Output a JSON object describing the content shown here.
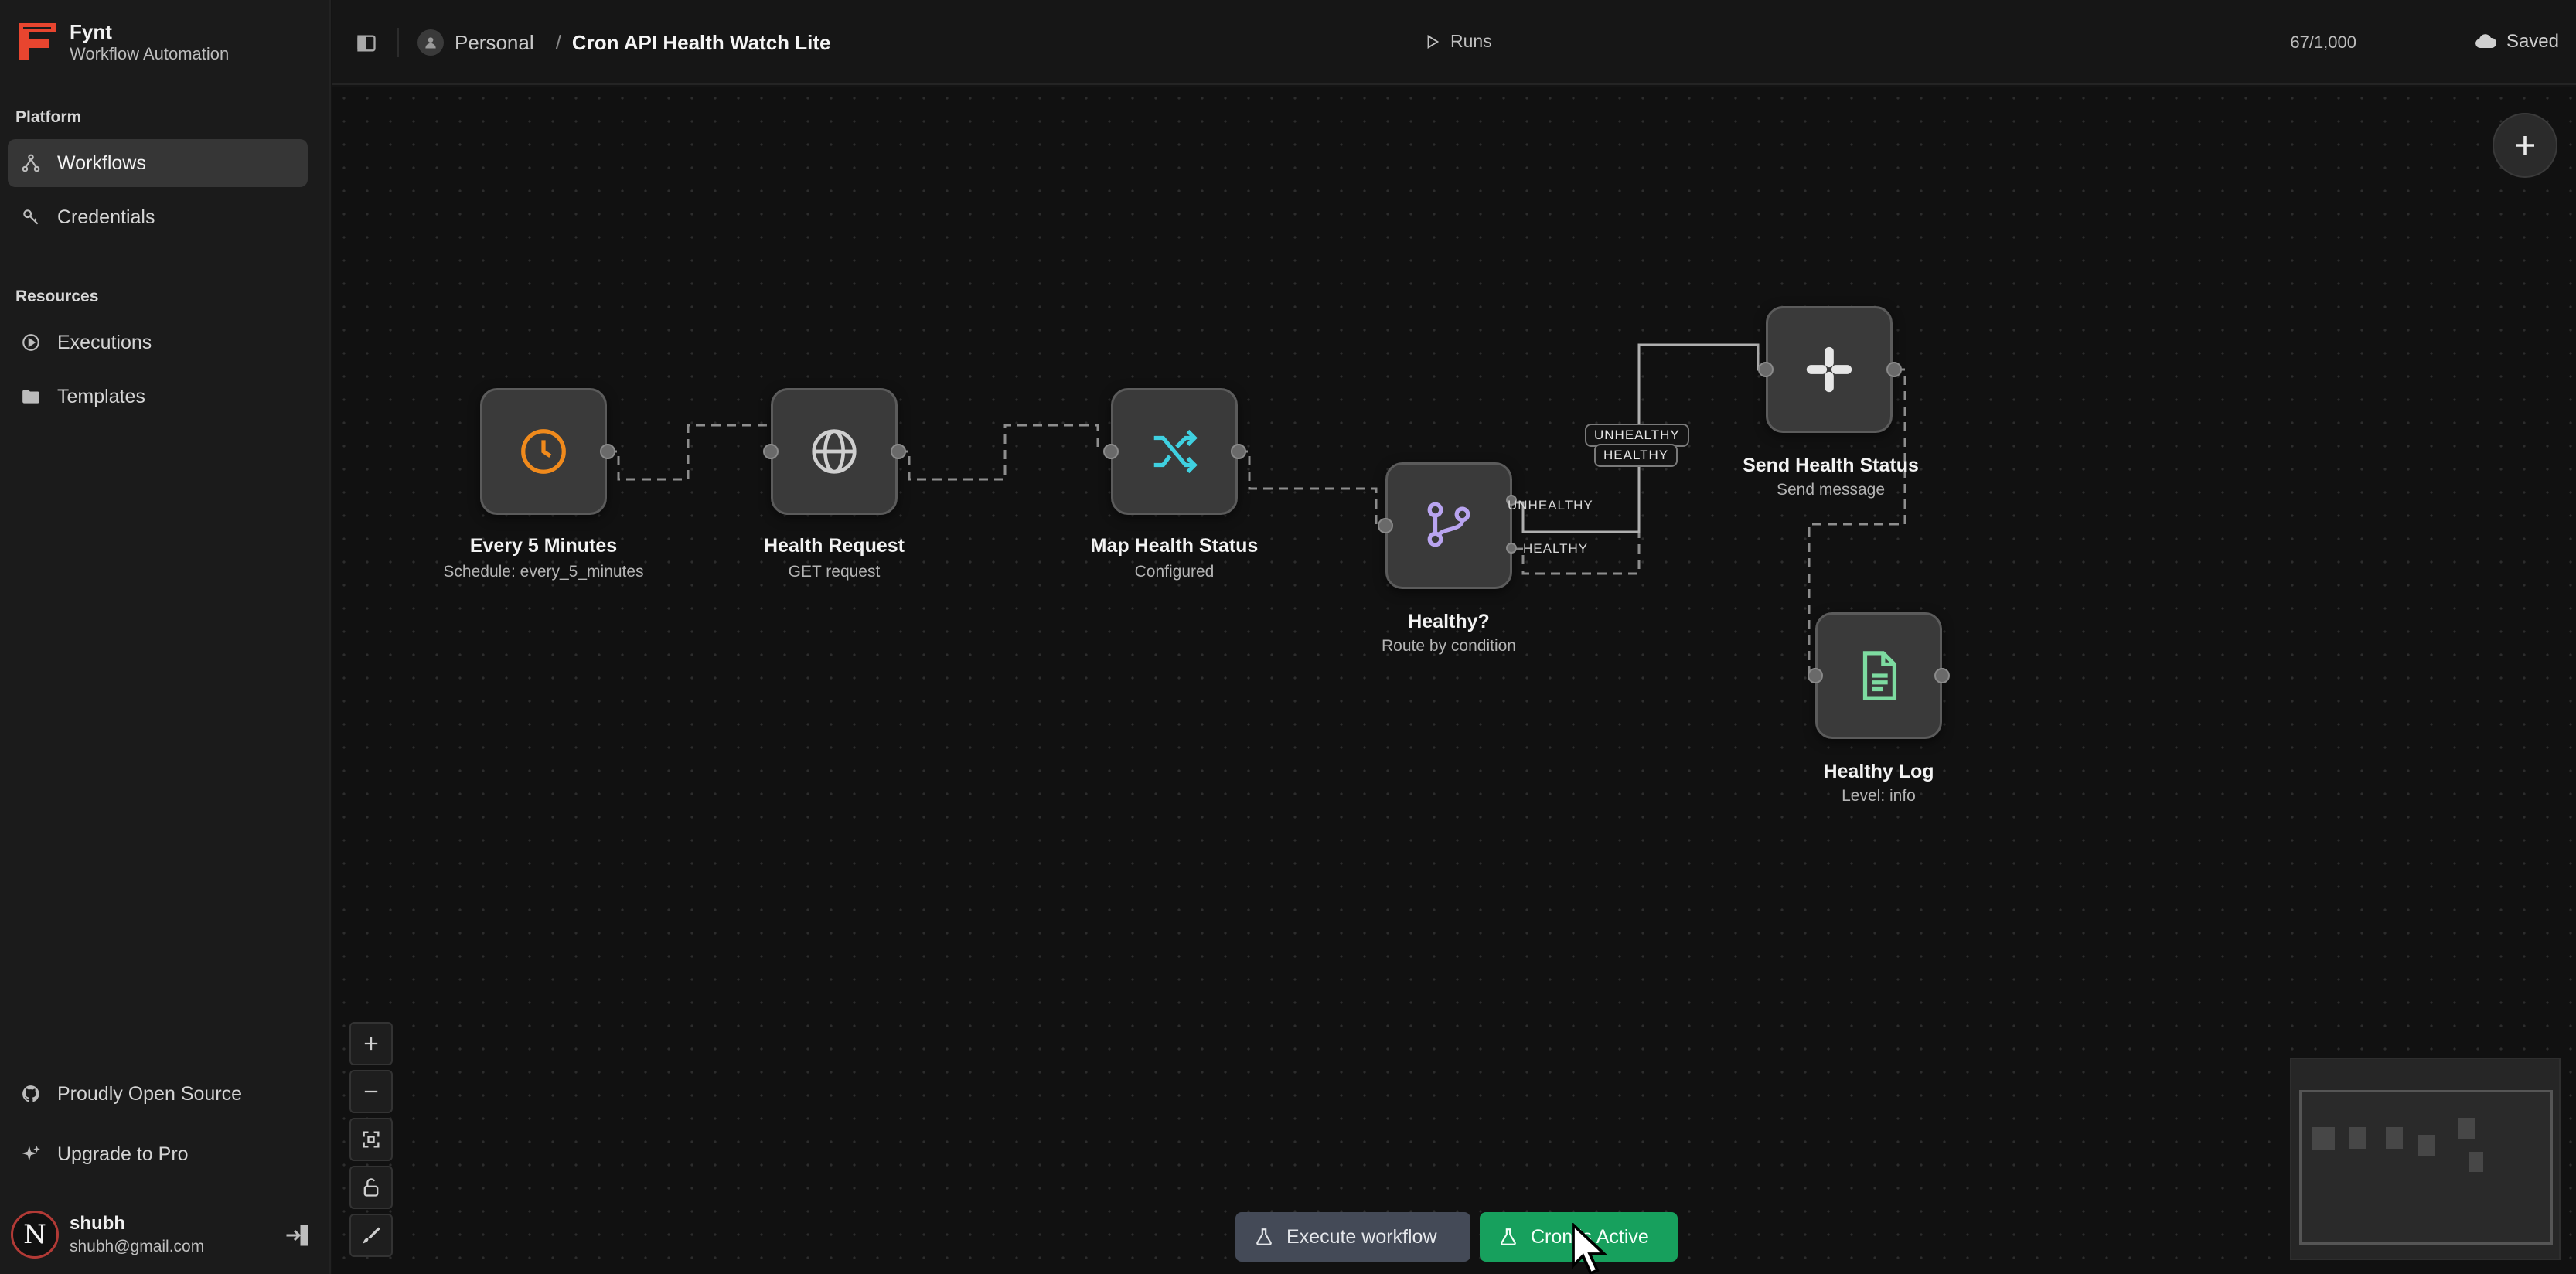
{
  "brand": {
    "name": "Fynt",
    "subtitle": "Workflow Automation",
    "color": "#e8452f"
  },
  "sidebar": {
    "section_platform": "Platform",
    "section_resources": "Resources",
    "items": [
      {
        "label": "Workflows",
        "icon": "workflow-icon",
        "active": true
      },
      {
        "label": "Credentials",
        "icon": "key-icon"
      },
      {
        "label": "Executions",
        "icon": "play-circle-icon"
      },
      {
        "label": "Templates",
        "icon": "folder-icon"
      }
    ],
    "footer": [
      {
        "label": "Proudly Open Source",
        "icon": "github-icon"
      },
      {
        "label": "Upgrade to Pro",
        "icon": "sparkle-icon"
      }
    ],
    "user": {
      "initial": "N",
      "name": "shubh",
      "email": "shubh@gmail.com"
    }
  },
  "header": {
    "workspace": "Personal",
    "separator": "/",
    "workflow_title": "Cron API Health Watch Lite",
    "runs_label": "Runs",
    "usage": "67/1,000",
    "save_status": "Saved"
  },
  "nodes": [
    {
      "id": "every-5-minutes",
      "label": "Every 5 Minutes",
      "sub": "Schedule: every_5_minutes",
      "icon": "clock-icon",
      "color": "#f08a1c"
    },
    {
      "id": "health-request",
      "label": "Health Request",
      "sub": "GET request",
      "icon": "globe-icon",
      "color": "#cfcfcf"
    },
    {
      "id": "map-health-status",
      "label": "Map Health Status",
      "sub": "Configured",
      "icon": "shuffle-icon",
      "color": "#3fd0e0"
    },
    {
      "id": "healthy",
      "label": "Healthy?",
      "sub": "Route by condition",
      "icon": "branch-icon",
      "color": "#b9a4f0"
    },
    {
      "id": "send-health-status",
      "label": "Send Health Status",
      "sub": "Send message",
      "icon": "slack-icon",
      "color": "#e6e6e6"
    },
    {
      "id": "healthy-log",
      "label": "Healthy Log",
      "sub": "Level: info",
      "icon": "document-icon",
      "color": "#7ddba0"
    }
  ],
  "edges": {
    "unhealthy": "UNHEALTHY",
    "healthy": "HEALTHY"
  },
  "actions": {
    "execute": "Execute workflow",
    "cron": "Cron is Active"
  }
}
